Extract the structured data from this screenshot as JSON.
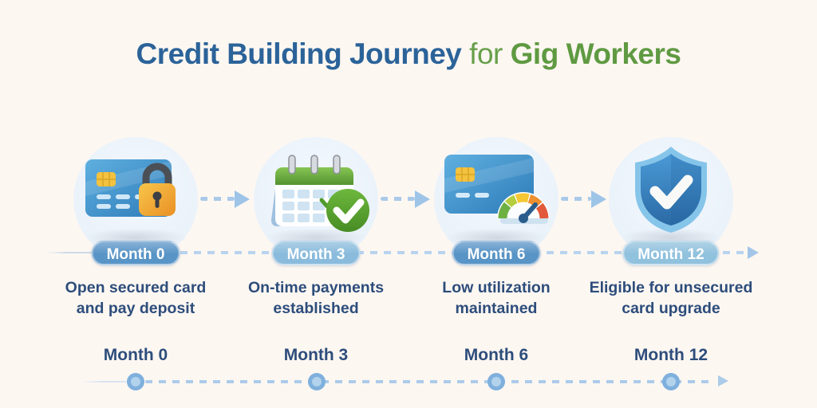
{
  "title": {
    "text_blue": "Credit Building Journey",
    "text_for": "for",
    "text_green": "Gig Workers",
    "color_blue": "#2b6399",
    "color_green": "#5f9a42"
  },
  "timeline": {
    "type": "horizontal-milestone-timeline",
    "direction": "left-to-right",
    "connector_color": "#a9c9e9",
    "milestones": [
      {
        "month": 0,
        "badge_label": "Month 0",
        "badge_color": "#5894c6",
        "icon": "credit-card-lock-icon",
        "description_line1": "Open secured card",
        "description_line2": "and pay deposit",
        "axis_label": "Month 0"
      },
      {
        "month": 3,
        "badge_label": "Month 3",
        "badge_color": "#8abbdc",
        "icon": "calendar-check-icon",
        "description_line1": "On-time payments",
        "description_line2": "established",
        "axis_label": "Month 3"
      },
      {
        "month": 6,
        "badge_label": "Month 6",
        "badge_color": "#5894c6",
        "icon": "credit-utilization-gauge-icon",
        "description_line1": "Low utilization",
        "description_line2": "maintained",
        "axis_label": "Month 6"
      },
      {
        "month": 12,
        "badge_label": "Month 12",
        "badge_color": "#90c1dd",
        "icon": "shield-check-icon",
        "description_line1": "Eligible for unsecured",
        "description_line2": "card upgrade",
        "axis_label": "Month 12"
      }
    ]
  },
  "colors": {
    "background": "#fdf7f2",
    "circle_bg": "#eef4fb",
    "text_navy": "#2d4d7b",
    "dash_blue": "#b8d3ee",
    "dot_outer": "#7fb0dd",
    "dot_inner": "#b3d2ec",
    "card_blue_light": "#5fb0e0",
    "card_blue_dark": "#2d7ab8",
    "lock_orange": "#eb9427",
    "calendar_green": "#539230",
    "check_green": "#478c24",
    "gauge_green": "#6fb043",
    "gauge_yellow": "#f4c733",
    "gauge_orange": "#ef8f2f",
    "gauge_red": "#e25a3b",
    "shield_blue": "#2e72ae"
  }
}
